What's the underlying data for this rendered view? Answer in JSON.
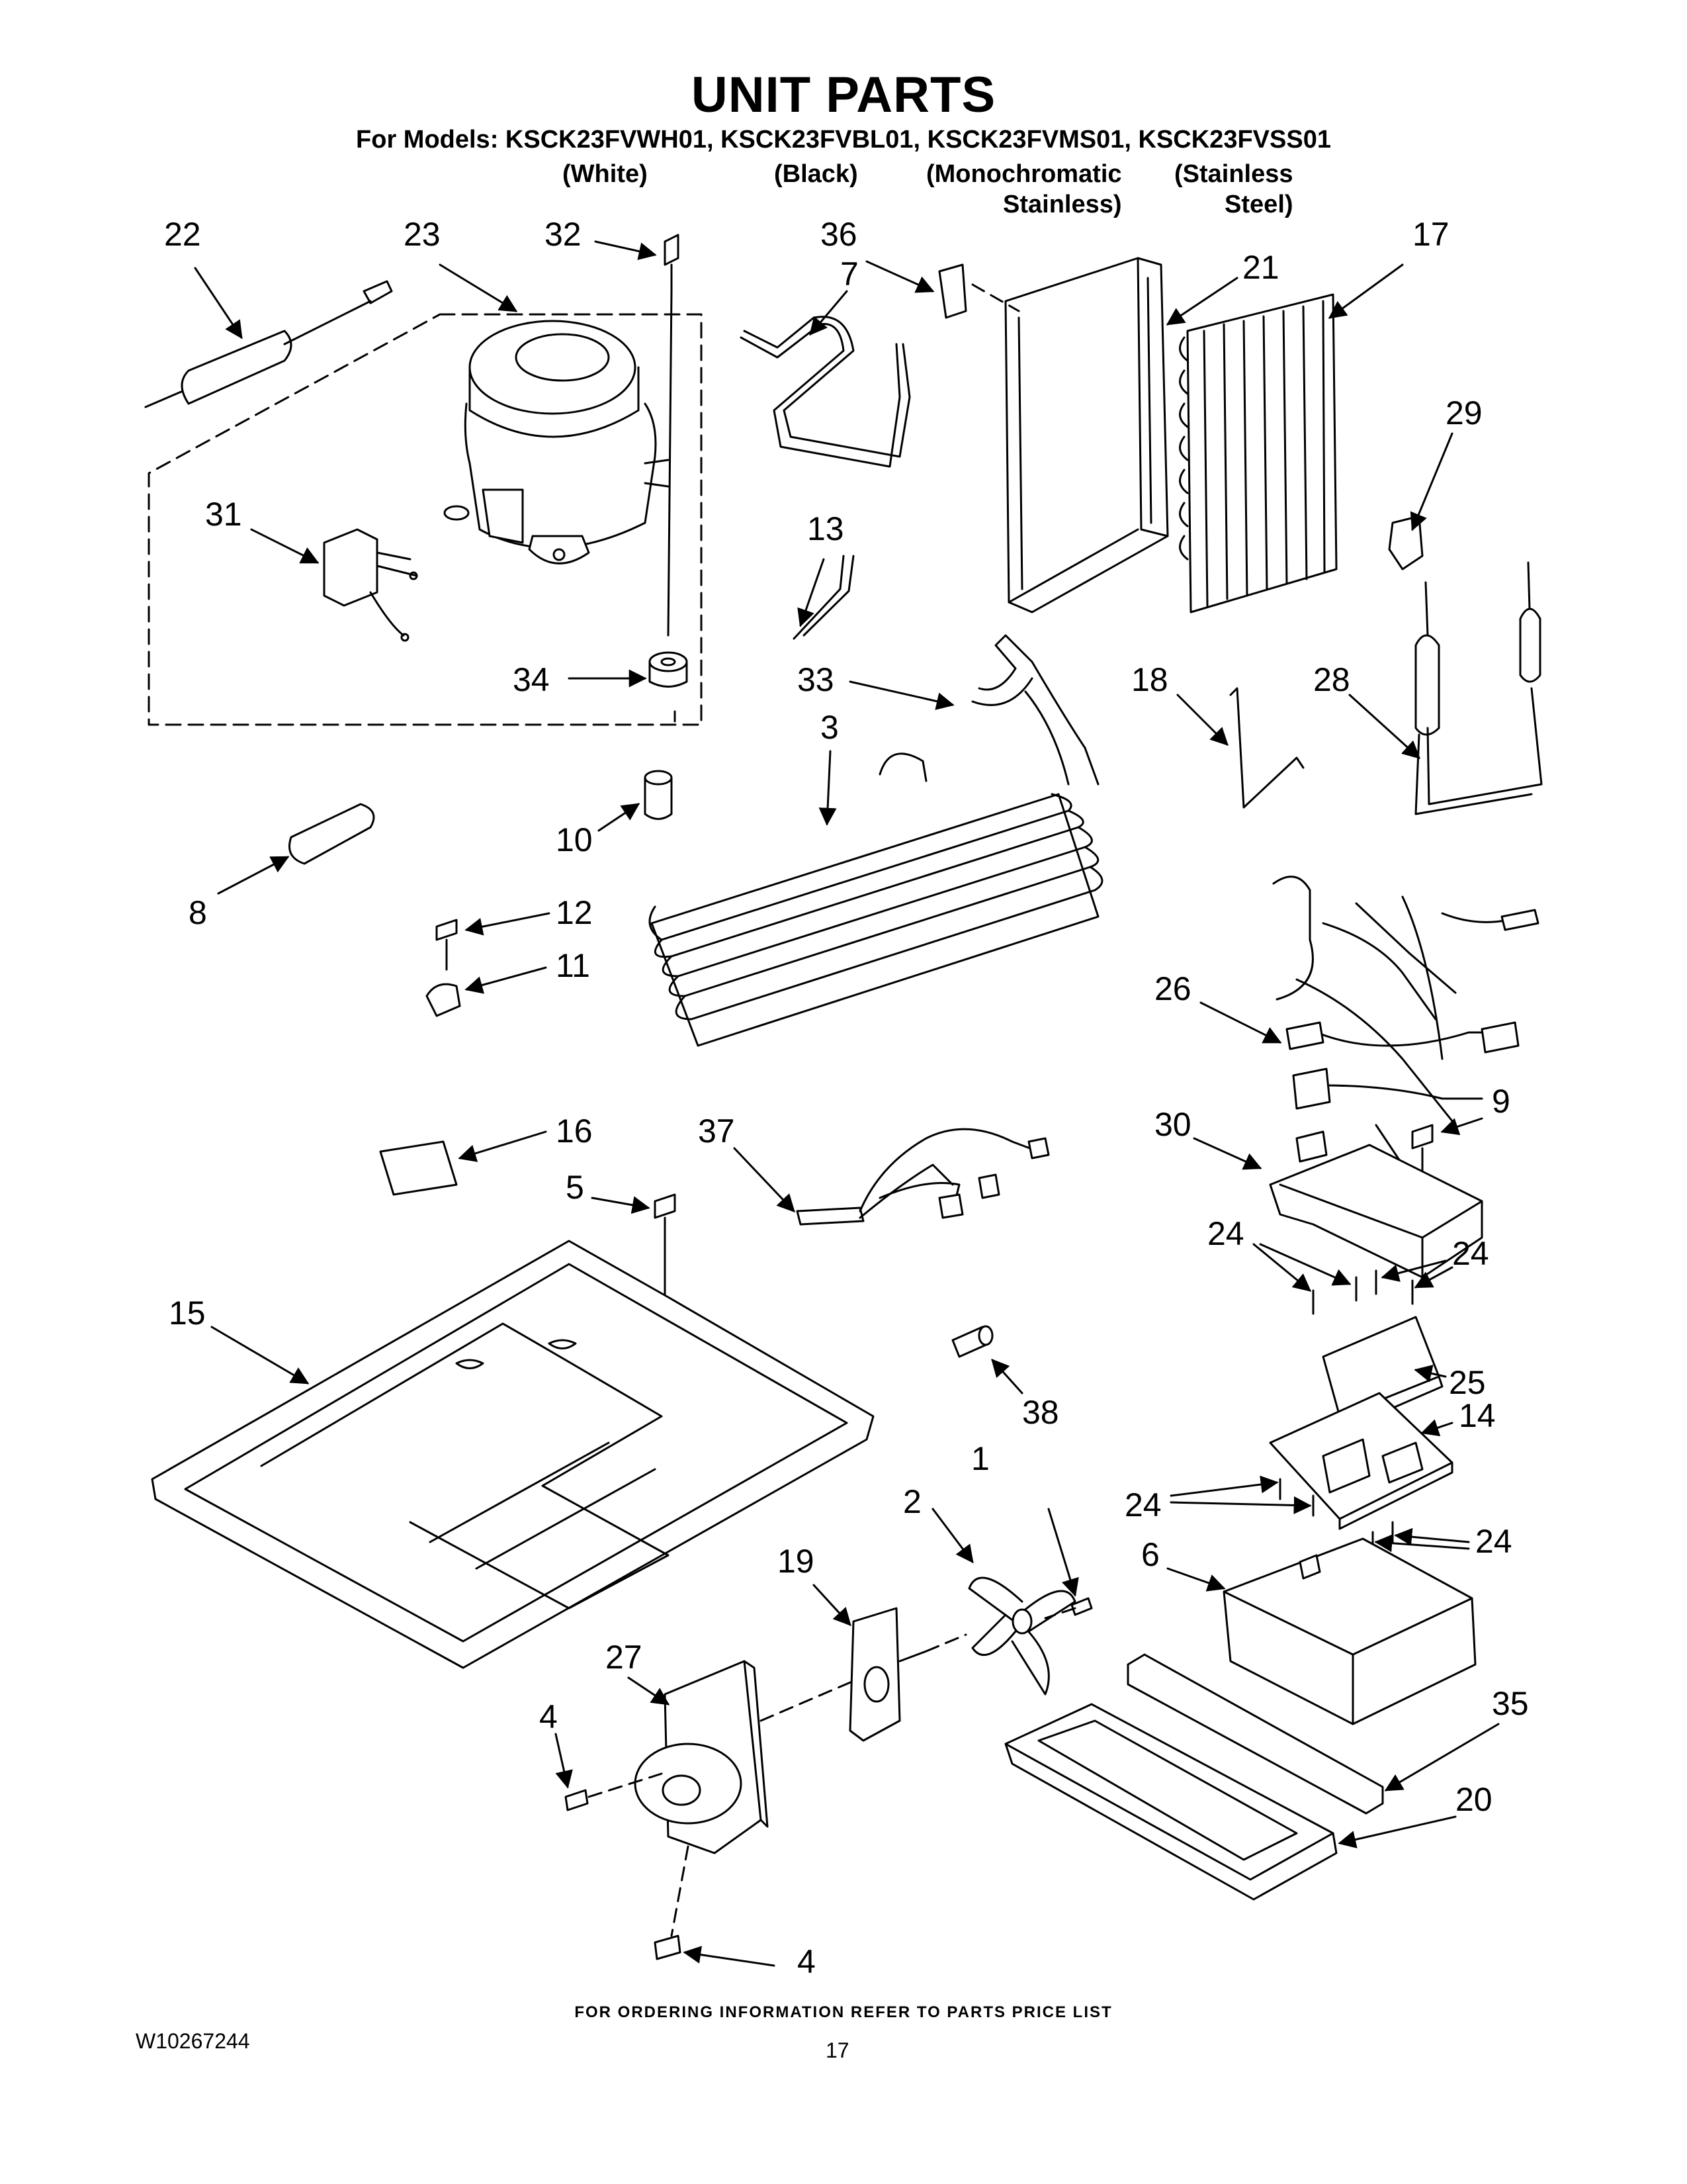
{
  "header": {
    "title": "UNIT PARTS",
    "models_line": "For Models: KSCK23FVWH01, KSCK23FVBL01, KSCK23FVMS01, KSCK23FVSS01",
    "variants": [
      "(White)",
      "(Black)",
      "(Monochromatic\nStainless)",
      "(Stainless\nSteel)"
    ]
  },
  "callouts": [
    "22",
    "23",
    "32",
    "36",
    "7",
    "21",
    "17",
    "31",
    "13",
    "29",
    "34",
    "33",
    "18",
    "28",
    "3",
    "10",
    "8",
    "12",
    "11",
    "26",
    "16",
    "37",
    "5",
    "9",
    "30",
    "15",
    "24",
    "24",
    "25",
    "38",
    "14",
    "24",
    "24",
    "6",
    "1",
    "2",
    "19",
    "27",
    "35",
    "4",
    "20",
    "4"
  ],
  "footer": {
    "note": "FOR ORDERING INFORMATION REFER TO PARTS PRICE LIST",
    "doc_number": "W10267244",
    "page_number": "17"
  }
}
